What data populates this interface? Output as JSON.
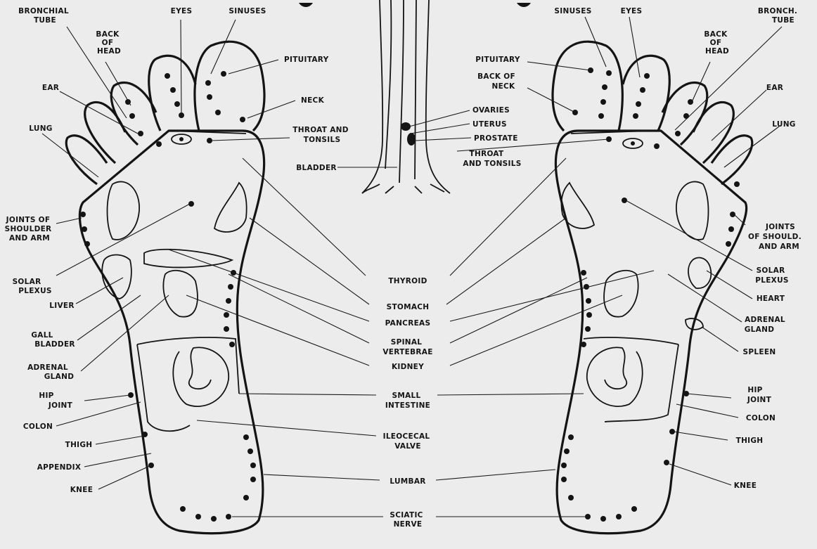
{
  "diagram": {
    "colors": {
      "background": "#ececec",
      "ink": "#141414"
    },
    "left_foot_labels": {
      "bronchial_tube": [
        "BRONCHIAL",
        "TUBE"
      ],
      "eyes": "EYES",
      "sinuses": "SINUSES",
      "back_of_head": [
        "BACK",
        "OF",
        "HEAD"
      ],
      "pituitary": "PITUITARY",
      "ear": "EAR",
      "neck": "NECK",
      "lung": "LUNG",
      "throat_and_tonsils": [
        "THROAT AND",
        "TONSILS"
      ],
      "joints_of_shoulder": [
        "JOINTS OF",
        "SHOULDER",
        "AND ARM"
      ],
      "solar_plexus": [
        "SOLAR",
        "PLEXUS"
      ],
      "liver": "LIVER",
      "gall_bladder": [
        "GALL",
        "BLADDER"
      ],
      "adrenal_gland": [
        "ADRENAL",
        "GLAND"
      ],
      "hip_joint": [
        "HIP",
        "JOINT"
      ],
      "colon": "COLON",
      "thigh": "THIGH",
      "appendix": "APPENDIX",
      "knee": "KNEE"
    },
    "center_labels": {
      "ovaries": "OVARIES",
      "uterus": "UTERUS",
      "prostate": "PROSTATE",
      "throat_and_tonsils": [
        "THROAT",
        "AND TONSILS"
      ],
      "bladder": "BLADDER",
      "thyroid": "THYROID",
      "stomach": "STOMACH",
      "pancreas": "PANCREAS",
      "spinal_vertebrae": [
        "SPINAL",
        "VERTEBRAE"
      ],
      "kidney": "KIDNEY",
      "small_intestine": [
        "SMALL",
        "INTESTINE"
      ],
      "ileocecal_valve": [
        "ILEOCECAL",
        "VALVE"
      ],
      "lumbar": "LUMBAR",
      "sciatic_nerve": [
        "SCIATIC",
        "NERVE"
      ]
    },
    "right_foot_labels": {
      "sinuses": "SINUSES",
      "eyes": "EYES",
      "bronchial_tube": [
        "BRONCH.",
        "TUBE"
      ],
      "pituitary": "PITUITARY",
      "back_of_neck": [
        "BACK OF",
        "NECK"
      ],
      "back_of_head": [
        "BACK",
        "OF",
        "HEAD"
      ],
      "ear": "EAR",
      "lung": "LUNG",
      "joints_of_shoulder": [
        "JOINTS",
        "OF SHOULD.",
        "AND ARM"
      ],
      "solar_plexus": [
        "SOLAR",
        "PLEXUS"
      ],
      "heart": "HEART",
      "adrenal_gland": [
        "ADRENAL",
        "GLAND"
      ],
      "spleen": "SPLEEN",
      "hip_joint": [
        "HIP",
        "JOINT"
      ],
      "colon": "COLON",
      "thigh": "THIGH",
      "knee": "KNEE"
    }
  }
}
